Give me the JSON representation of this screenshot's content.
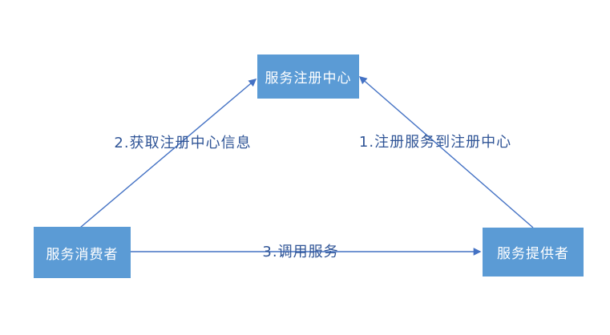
{
  "diagram": {
    "nodes": {
      "registry": {
        "label": "服务注册中心"
      },
      "consumer": {
        "label": "服务消费者"
      },
      "provider": {
        "label": "服务提供者"
      }
    },
    "edges": {
      "consumer_to_registry": {
        "label": "2.获取注册中心信息",
        "from": "服务消费者",
        "to": "服务注册中心"
      },
      "provider_to_registry": {
        "label": "1.注册服务到注册中心",
        "from": "服务提供者",
        "to": "服务注册中心"
      },
      "consumer_to_provider": {
        "label": "3.调用服务",
        "from": "服务消费者",
        "to": "服务提供者"
      }
    },
    "colors": {
      "node_fill": "#5B9BD5",
      "node_text": "#FFFFFF",
      "edge_line": "#4472C4",
      "edge_arrowhead": "#4472C4",
      "edge_label_text": "#2F5496",
      "background": "#FFFFFF"
    }
  }
}
